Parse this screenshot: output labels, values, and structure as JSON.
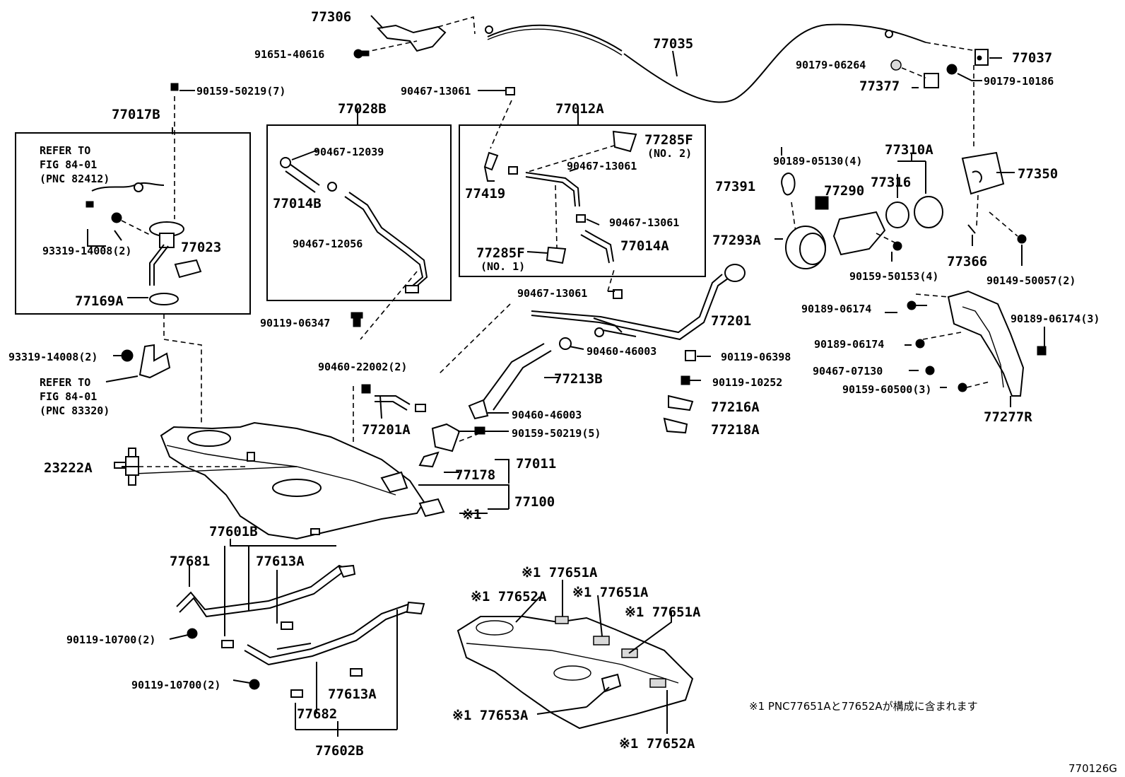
{
  "labels": {
    "p77306": "77306",
    "p91651_40616": "91651-40616",
    "p77035": "77035",
    "p77037": "77037",
    "p90179_06264": "90179-06264",
    "p77377": "77377",
    "p90179_10186": "90179-10186",
    "p90159_50219_7": "90159-50219(7)",
    "p77017B": "77017B",
    "p77028B": "77028B",
    "p90467_13061_a": "90467-13061",
    "p77012A": "77012A",
    "p77285F_no2": "77285F",
    "no2": "(NO. 2)",
    "p90467_12039": "90467-12039",
    "p77014B": "77014B",
    "p90467_12056": "90467-12056",
    "p77419": "77419",
    "p90467_13061_b": "90467-13061",
    "p90467_13061_c": "90467-13061",
    "p77285F_no1": "77285F",
    "no1": "(NO. 1)",
    "p77014A": "77014A",
    "p90189_05130": "90189-05130(4)",
    "p77310A": "77310A",
    "p77391": "77391",
    "p77290": "77290",
    "p77316": "77316",
    "p77350": "77350",
    "p77293A": "77293A",
    "p77366": "77366",
    "p90159_50153": "90159-50153(4)",
    "p90149_50057": "90149-50057(2)",
    "p93319_14008_a": "93319-14008(2)",
    "p77023": "77023",
    "p77169A": "77169A",
    "p90119_06347": "90119-06347",
    "p90467_13061_d": "90467-13061",
    "p77201": "77201",
    "p90189_06174_a": "90189-06174",
    "p90189_06174_3": "90189-06174(3)",
    "p93319_14008_b": "93319-14008(2)",
    "p90460_46003_a": "90460-46003",
    "p90119_06398": "90119-06398",
    "p90189_06174_b": "90189-06174",
    "p90460_22002": "90460-22002(2)",
    "p77213B": "77213B",
    "p90119_10252": "90119-10252",
    "p90467_07130": "90467-07130",
    "p90159_60500": "90159-60500(3)",
    "p77216A": "77216A",
    "p77201A": "77201A",
    "p90460_46003_b": "90460-46003",
    "p77277R": "77277R",
    "p77218A": "77218A",
    "p90159_50219_5": "90159-50219(5)",
    "p23222A": "23222A",
    "p77011": "77011",
    "p77178": "77178",
    "p77100": "77100",
    "mark1": "※1",
    "p77601B": "77601B",
    "p77681": "77681",
    "p77613A_a": "77613A",
    "p77651A_a": "※1 77651A",
    "p77652A_a": "※1 77652A",
    "p77651A_b": "※1 77651A",
    "p77651A_c": "※1 77651A",
    "p90119_10700_a": "90119-10700(2)",
    "p90119_10700_b": "90119-10700(2)",
    "p77613A_b": "77613A",
    "p77682": "77682",
    "p77653A": "※1 77653A",
    "p77602B": "77602B",
    "p77652A_b": "※1 77652A",
    "footnote": "※1 PNC77651Aと77652Aが構成に含まれます",
    "figure_code": "770126G"
  },
  "references": {
    "ref1_line1": "REFER TO",
    "ref1_line2": "FIG 84-01",
    "ref1_line3": "(PNC 82412)",
    "ref2_line1": "REFER TO",
    "ref2_line2": "FIG 84-01",
    "ref2_line3": "(PNC 83320)"
  }
}
